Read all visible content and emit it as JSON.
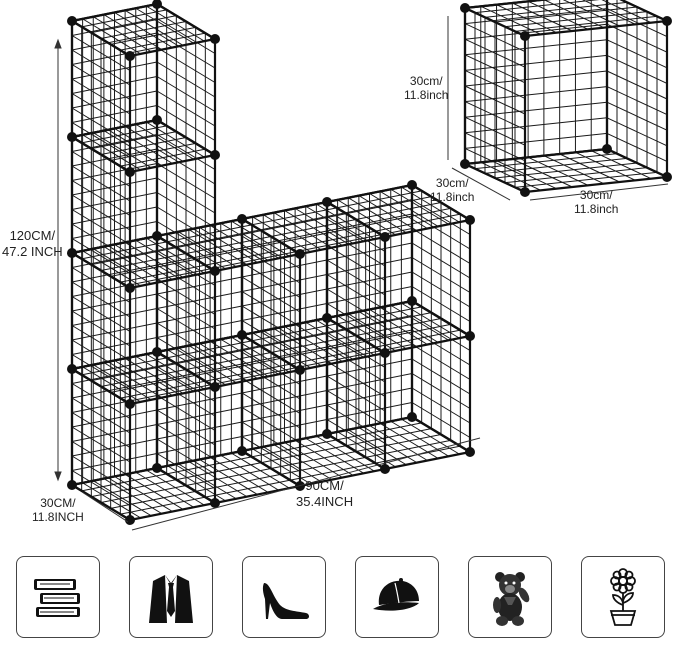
{
  "product": {
    "main_unit": {
      "height_label": [
        "120CM/",
        "47.2 INCH"
      ],
      "width_label": [
        "90CM/",
        "35.4INCH"
      ],
      "depth_label": [
        "30CM/",
        "11.8INCH"
      ]
    },
    "single_cube": {
      "height_label": [
        "30cm/",
        "11.8inch"
      ],
      "depth_label": [
        "30cm/",
        "11.8inch"
      ],
      "width_label": [
        "30cm/",
        "11.8inch"
      ]
    }
  },
  "usage_icons": [
    {
      "name": "books-icon"
    },
    {
      "name": "shirt-tie-icon"
    },
    {
      "name": "high-heel-icon"
    },
    {
      "name": "cap-icon"
    },
    {
      "name": "teddy-bear-icon"
    },
    {
      "name": "flower-pot-icon"
    }
  ],
  "colors": {
    "wire": "#1a1a1a",
    "joint": "#111111",
    "border": "#444444"
  }
}
